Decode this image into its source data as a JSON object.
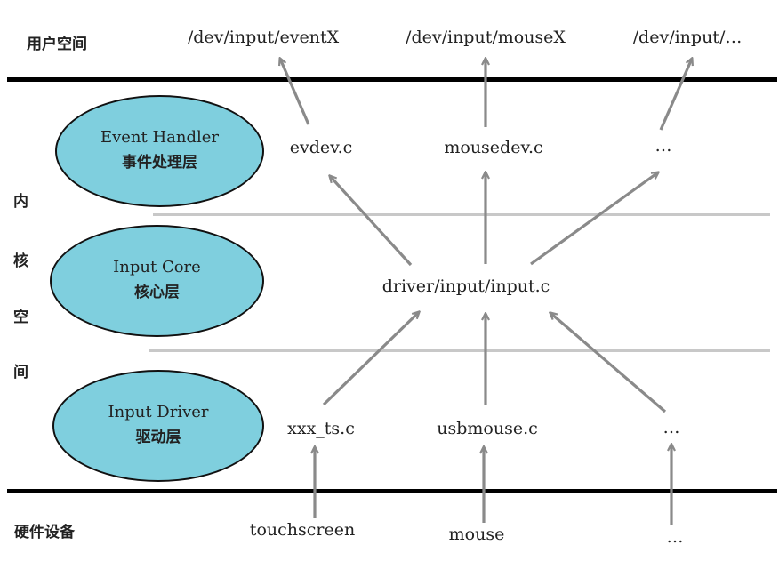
{
  "user_space": {
    "label": "用户空间",
    "devices": [
      "/dev/input/eventX",
      "/dev/input/mouseX",
      "/dev/input/…"
    ]
  },
  "kernel_space": {
    "label_chars": [
      "内",
      "核",
      "空",
      "间"
    ],
    "layers": [
      {
        "en": "Event Handler",
        "cn": "事件处理层"
      },
      {
        "en": "Input Core",
        "cn": "核心层"
      },
      {
        "en": "Input Driver",
        "cn": "驱动层"
      }
    ],
    "handlers": [
      "evdev.c",
      "mousedev.c",
      "…"
    ],
    "core": "driver/input/input.c",
    "drivers": [
      "xxx_ts.c",
      "usbmouse.c",
      "…"
    ]
  },
  "hardware": {
    "label": "硬件设备",
    "devices": [
      "touchscreen",
      "mouse",
      "…"
    ]
  },
  "colors": {
    "ellipse_fill": "#7fcfde",
    "arrow": "#8a8a8a",
    "separator": "#c8c8c8",
    "boundary": "#000000"
  }
}
